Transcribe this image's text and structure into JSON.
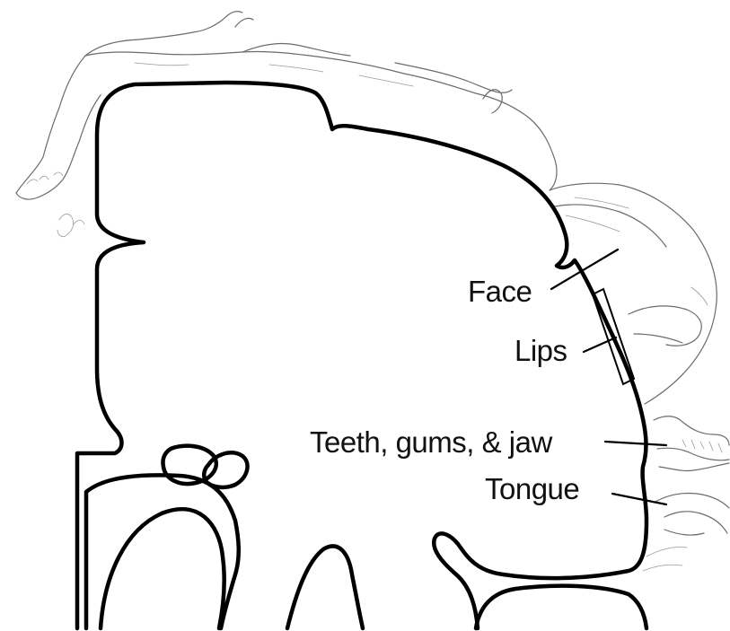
{
  "labels": {
    "face": "Face",
    "lips": "Lips",
    "teeth": "Teeth, gums, & jaw",
    "tongue": "Tongue"
  }
}
